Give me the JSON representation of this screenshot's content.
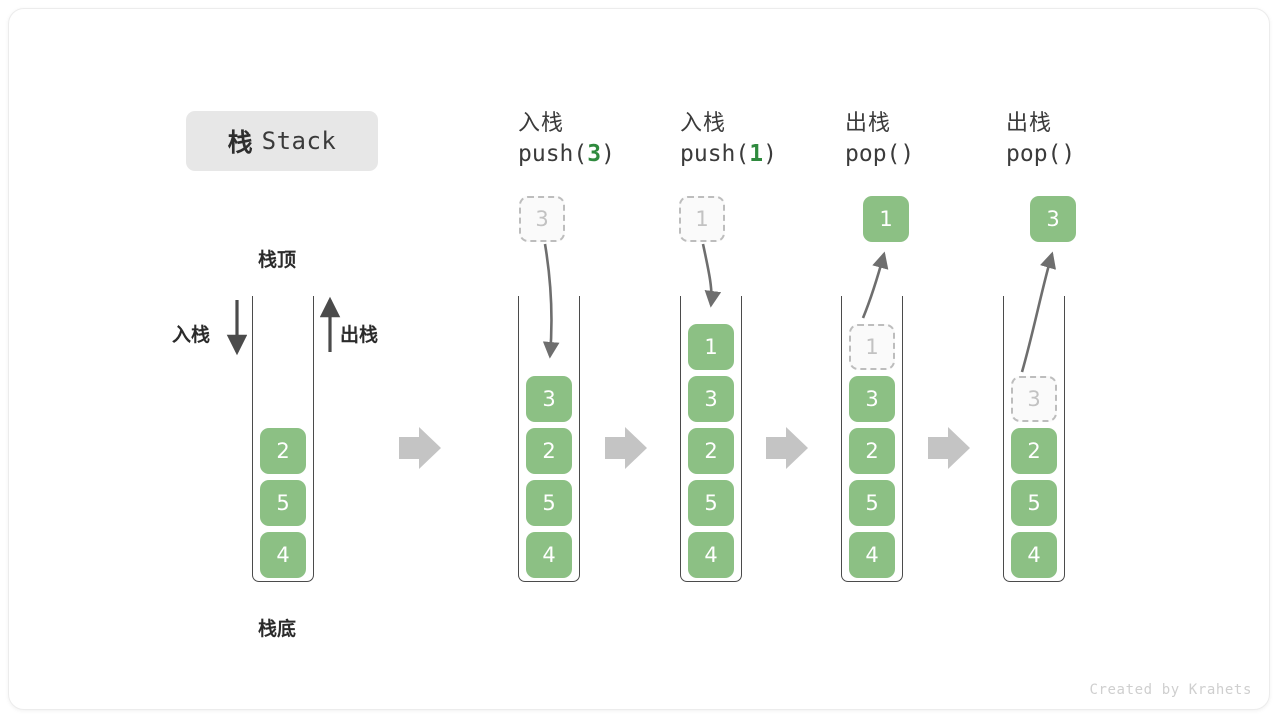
{
  "figure": {
    "title_cn": "栈",
    "title_en": "Stack",
    "credit": "Created by Krahets"
  },
  "colors": {
    "cell_green": "#8cc084",
    "cell_text": "#ffffff",
    "ghost_fill": "#fafafa",
    "ghost_border": "#bdbdbd",
    "ghost_text": "#c2c2c2",
    "arrow_gray": "#6e6e6e",
    "block_arrow": "#c4c4c4",
    "title_chip_bg": "#e7e7e7",
    "code_green": "#2f8a3e",
    "wall": "#4b4b4b"
  },
  "labels": {
    "top": "栈顶",
    "bottom": "栈底",
    "push": "入栈",
    "pop": "出栈"
  },
  "steps": [
    {
      "id": "initial",
      "caption_cn": "",
      "caption_code_prefix": "",
      "caption_code_arg": "",
      "caption_code_suffix": "",
      "cells": [
        "2",
        "5",
        "4"
      ],
      "ghost_top": null,
      "float_value": null,
      "float_kind": "none"
    },
    {
      "id": "push-3",
      "caption_cn": "入栈",
      "caption_code_prefix": "push(",
      "caption_code_arg": "3",
      "caption_code_suffix": ")",
      "cells": [
        "3",
        "2",
        "5",
        "4"
      ],
      "ghost_top": null,
      "float_value": "3",
      "float_kind": "ghost"
    },
    {
      "id": "push-1",
      "caption_cn": "入栈",
      "caption_code_prefix": "push(",
      "caption_code_arg": "1",
      "caption_code_suffix": ")",
      "cells": [
        "1",
        "3",
        "2",
        "5",
        "4"
      ],
      "ghost_top": null,
      "float_value": "1",
      "float_kind": "ghost"
    },
    {
      "id": "pop-1",
      "caption_cn": "出栈",
      "caption_code_prefix": "pop(",
      "caption_code_arg": "",
      "caption_code_suffix": ")",
      "cells": [
        "3",
        "2",
        "5",
        "4"
      ],
      "ghost_top": "1",
      "float_value": "1",
      "float_kind": "solid"
    },
    {
      "id": "pop-3",
      "caption_cn": "出栈",
      "caption_code_prefix": "pop(",
      "caption_code_arg": "",
      "caption_code_suffix": ")",
      "cells": [
        "2",
        "5",
        "4"
      ],
      "ghost_top": "3",
      "float_value": "3",
      "float_kind": "solid"
    }
  ],
  "chart_data": {
    "type": "diagram",
    "title": "栈 Stack",
    "description": "Stack push/pop operation sequence",
    "sequence": [
      {
        "op": "initial",
        "stack_top_to_bottom": [
          "2",
          "5",
          "4"
        ]
      },
      {
        "op": "push(3)",
        "stack_top_to_bottom": [
          "3",
          "2",
          "5",
          "4"
        ]
      },
      {
        "op": "push(1)",
        "stack_top_to_bottom": [
          "1",
          "3",
          "2",
          "5",
          "4"
        ]
      },
      {
        "op": "pop()",
        "returns": "1",
        "stack_top_to_bottom": [
          "3",
          "2",
          "5",
          "4"
        ]
      },
      {
        "op": "pop()",
        "returns": "3",
        "stack_top_to_bottom": [
          "2",
          "5",
          "4"
        ]
      }
    ]
  }
}
